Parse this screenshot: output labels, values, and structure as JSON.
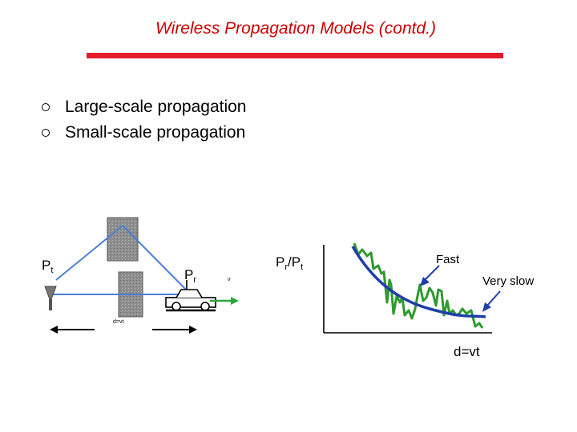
{
  "slide": {
    "title": "Wireless Propagation Models (contd.)",
    "bullets": [
      "Large-scale propagation",
      "Small-scale propagation"
    ]
  },
  "diagram": {
    "pt_main": "P",
    "pt_sub": "t",
    "pr_main": "P",
    "pr_sub": "r",
    "v_label": "v",
    "d_label": "d=vt"
  },
  "plot": {
    "ylabel_p1": "P",
    "ylabel_s1": "r",
    "ylabel_mid": "/P",
    "ylabel_s2": "t",
    "fast_label": "Fast",
    "slow_label": "Very slow",
    "xlabel": "d=vt"
  },
  "colors": {
    "title": "#cc0000",
    "rule": "#e41b2a",
    "ray": "#4a7fd6",
    "arrow": "#2aa83a",
    "curve": "#1e3fa8",
    "fading": "#2e9a2e"
  }
}
